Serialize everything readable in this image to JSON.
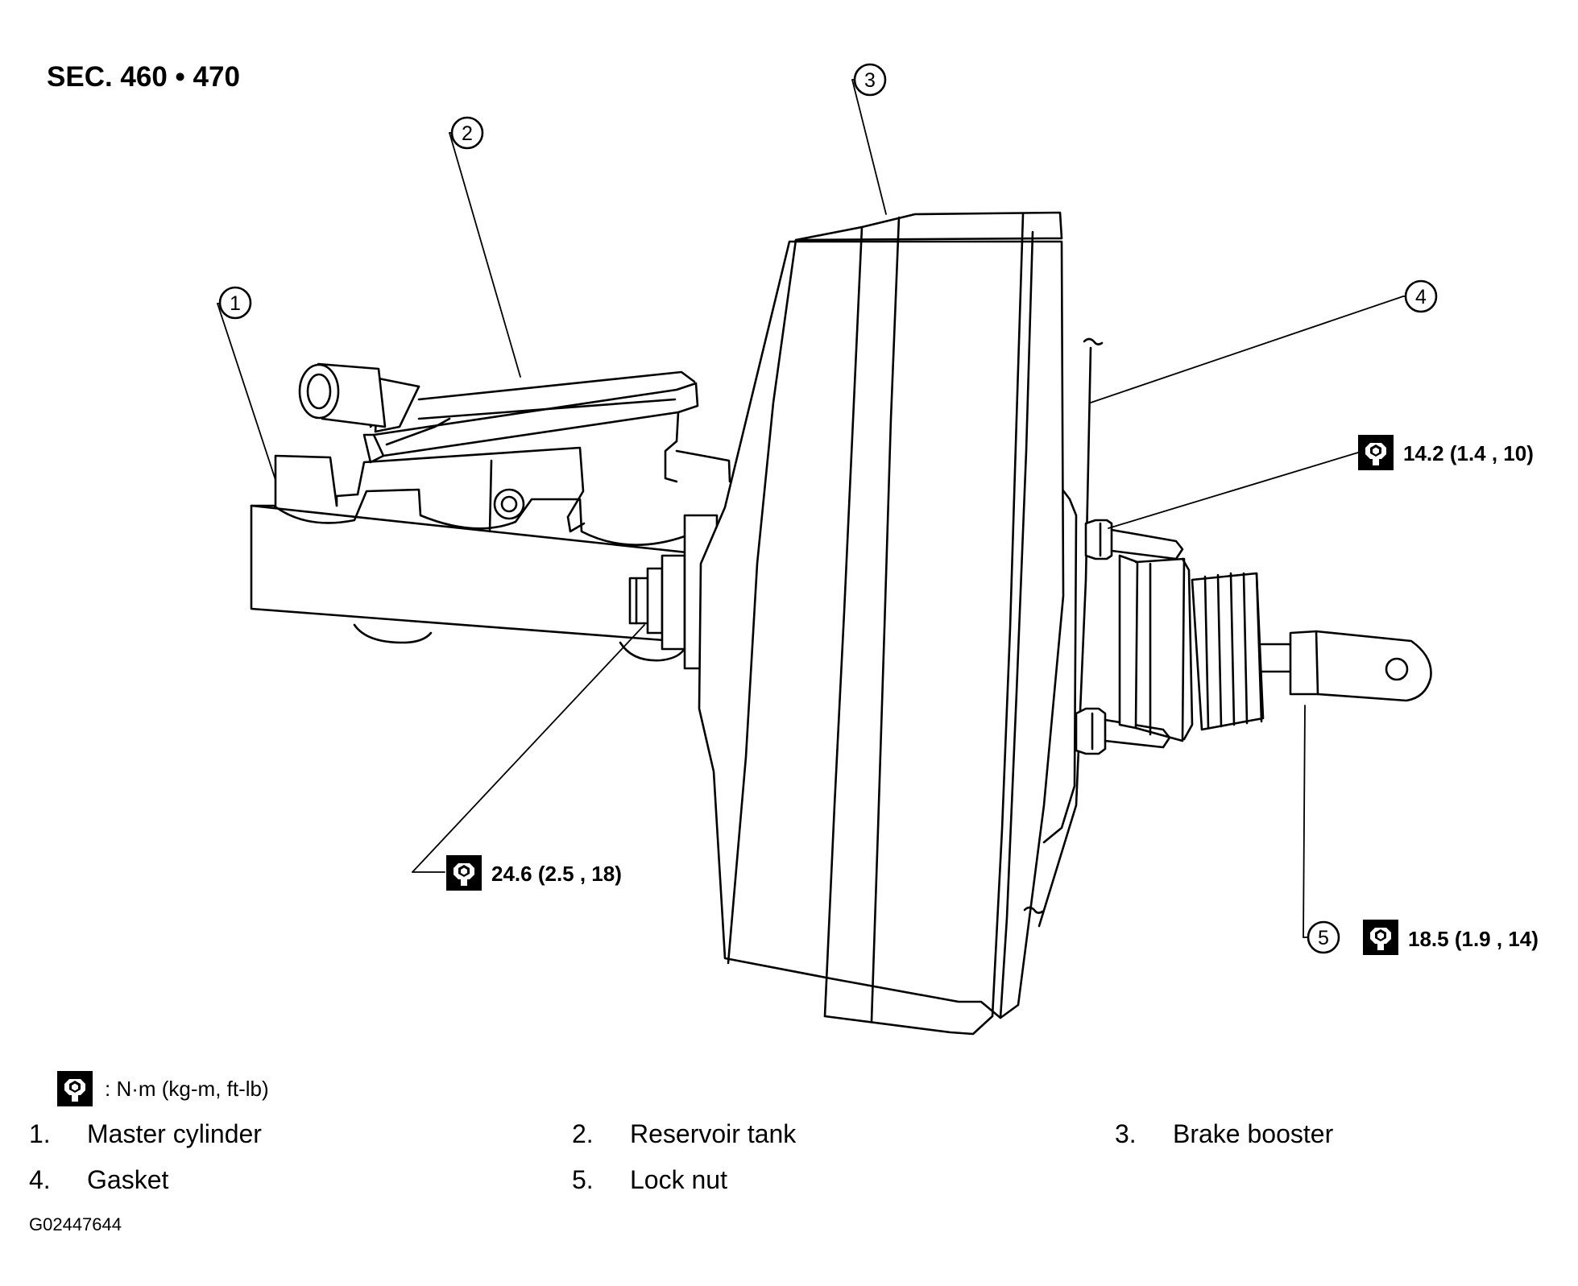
{
  "title": "SEC. 460 • 470",
  "callouts": {
    "c1": "1",
    "c2": "2",
    "c3": "3",
    "c4": "4",
    "c5": "5"
  },
  "torque": {
    "upper_right": "14.2 (1.4 , 10)",
    "lower_left": "24.6 (2.5 , 18)",
    "lower_right": "18.5 (1.9 , 14)"
  },
  "legend": {
    "icon": "torque-wrench-icon",
    "text": ": N·m (kg-m, ft-lb)"
  },
  "parts": [
    {
      "num": "1.",
      "name": "Master cylinder"
    },
    {
      "num": "2.",
      "name": "Reservoir tank"
    },
    {
      "num": "3.",
      "name": "Brake booster"
    },
    {
      "num": "4.",
      "name": "Gasket"
    },
    {
      "num": "5.",
      "name": "Lock nut"
    }
  ],
  "figure_id": "G02447644"
}
